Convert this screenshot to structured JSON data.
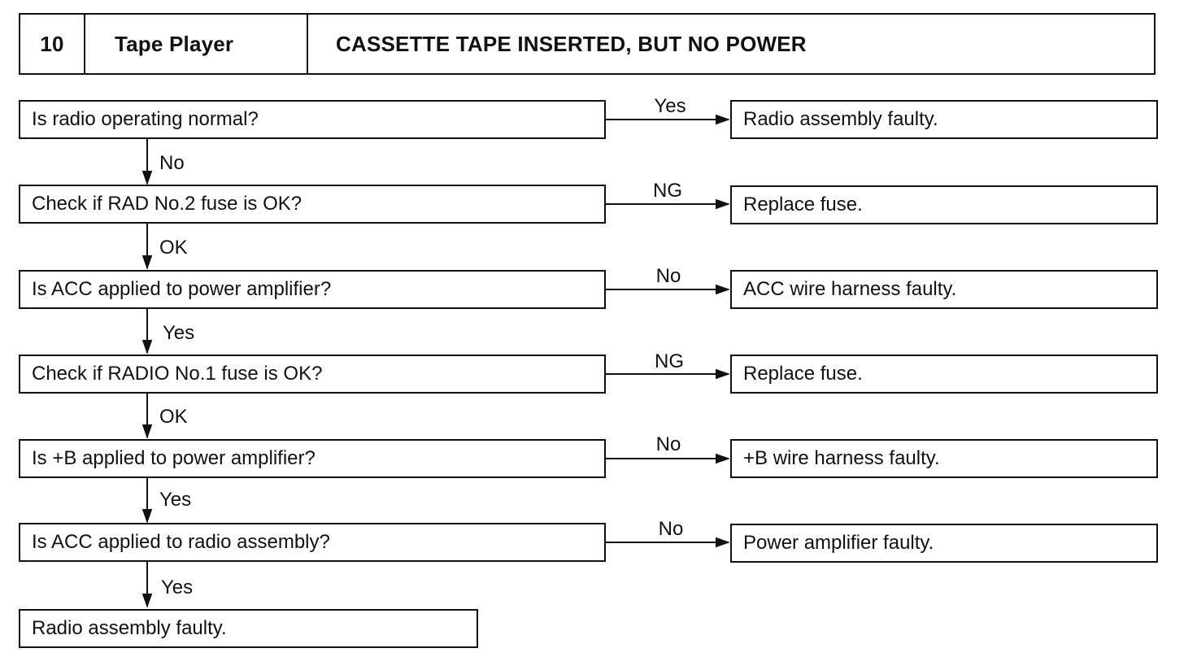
{
  "header": {
    "number": "10",
    "section": "Tape Player",
    "title": "CASSETTE TAPE INSERTED, BUT NO POWER"
  },
  "steps": [
    {
      "question": "Is radio operating normal?",
      "branch_label": "Yes",
      "result": "Radio assembly faulty.",
      "next_label": "No"
    },
    {
      "question": "Check if RAD No.2 fuse is OK?",
      "branch_label": "NG",
      "result": "Replace fuse.",
      "next_label": "OK"
    },
    {
      "question": "Is ACC applied to power amplifier?",
      "branch_label": "No",
      "result": "ACC wire harness faulty.",
      "next_label": "Yes"
    },
    {
      "question": "Check if RADIO No.1 fuse is OK?",
      "branch_label": "NG",
      "result": "Replace fuse.",
      "next_label": "OK"
    },
    {
      "question": "Is +B applied to power amplifier?",
      "branch_label": "No",
      "result": "+B wire harness faulty.",
      "next_label": "Yes"
    },
    {
      "question": "Is ACC applied to radio assembly?",
      "branch_label": "No",
      "result": "Power amplifier faulty.",
      "next_label": "Yes"
    }
  ],
  "final_result": "Radio assembly faulty."
}
